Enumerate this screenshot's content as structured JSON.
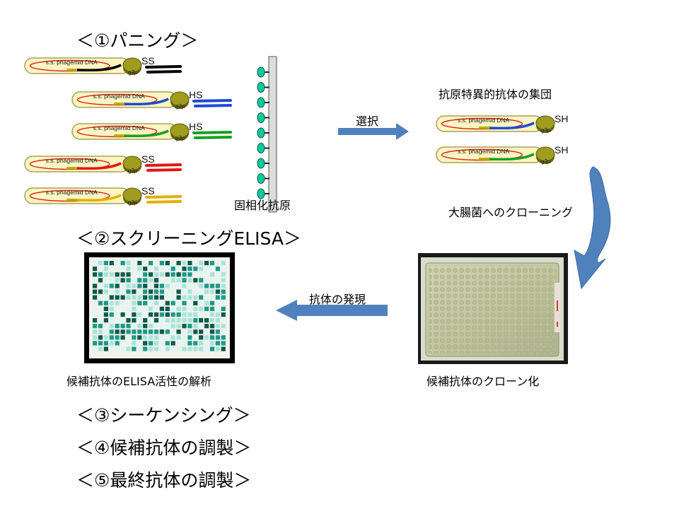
{
  "headings": {
    "step1": "＜①パニング＞",
    "step2": "＜②スクリーニングELISA＞",
    "step3": "＜③シーケンシング＞",
    "step4": "＜④候補抗体の調製＞",
    "step5": "＜⑤最終抗体の調製＞"
  },
  "labels": {
    "immobilized_antigen": "固相化抗原",
    "selection": "選択",
    "specific_antibody_group": "抗原特異的抗体の集団",
    "ecoli_cloning": "大腸菌へのクローニング",
    "antibody_expression": "抗体の発現",
    "elisa_analysis": "候補抗体のELISA活性の解析",
    "candidate_cloning": "候補抗体のクローン化"
  },
  "phage": {
    "dna_label": "s.s. phagemid DNA",
    "g3p_label": "g3p",
    "ss_label": "SS",
    "hs_label": "HS",
    "sh_label": "SH",
    "chain_colors": {
      "black": "#000000",
      "blue": "#1f49d8",
      "green": "#17a023",
      "red": "#e41515",
      "yellow": "#e0b000"
    }
  },
  "colors": {
    "arrow_blue": "#4f81bd",
    "capsule_fill": "#fdf5c2",
    "capsule_stroke": "#a9a254",
    "g3p_olive": "#9f9c1e",
    "antigen_teal": "#10c9a0",
    "elisa_dark": "#0b5a4a",
    "elisa_mid": "#1b9a88",
    "elisa_light": "#a8e5d8"
  }
}
